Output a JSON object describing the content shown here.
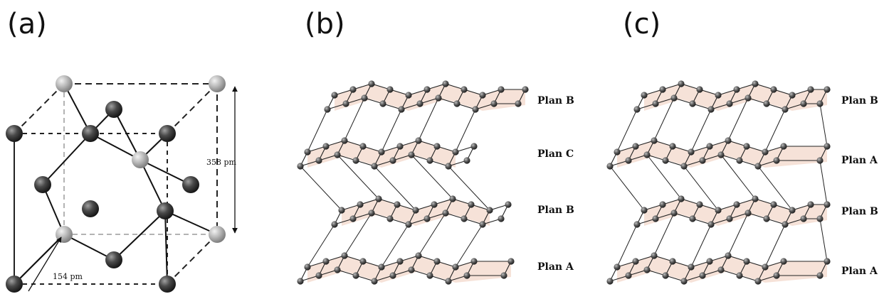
{
  "panels": {
    "a": {
      "label": "(a)",
      "dimension_height": "358 pm",
      "dimension_bond": "154 pm"
    },
    "b": {
      "label": "(b)",
      "plans": [
        "Plan B",
        "Plan C",
        "Plan B",
        "Plan A"
      ]
    },
    "c": {
      "label": "(c)",
      "plans": [
        "Plan B",
        "Plan A",
        "Plan B",
        "Plan A"
      ]
    }
  },
  "colors": {
    "atom_dark": "#3a3a3a",
    "atom_light": "#b4b4b4",
    "plane_fill": "#f6e2d8",
    "line": "#222222"
  }
}
